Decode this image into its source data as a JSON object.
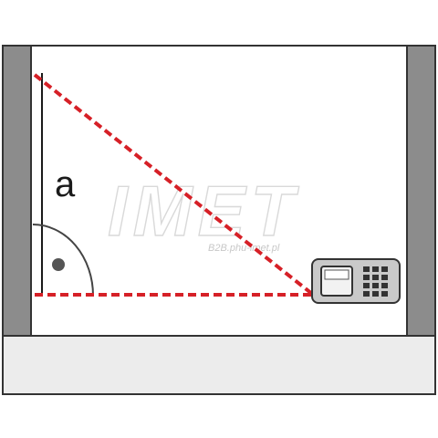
{
  "diagram": {
    "height_label": "a"
  },
  "watermark": {
    "brand": "IMET",
    "site": "B2B.phu-imet.pl"
  },
  "colors": {
    "wall": "#8c8c8c",
    "outline": "#333333",
    "floor": "#ececec",
    "beam": "#d62027",
    "device_body": "#c9c9c9",
    "device_screen": "#f2f2f2"
  },
  "icons": {
    "right_angle_marker": "right-angle-icon",
    "device": "laser-distance-meter-icon"
  }
}
